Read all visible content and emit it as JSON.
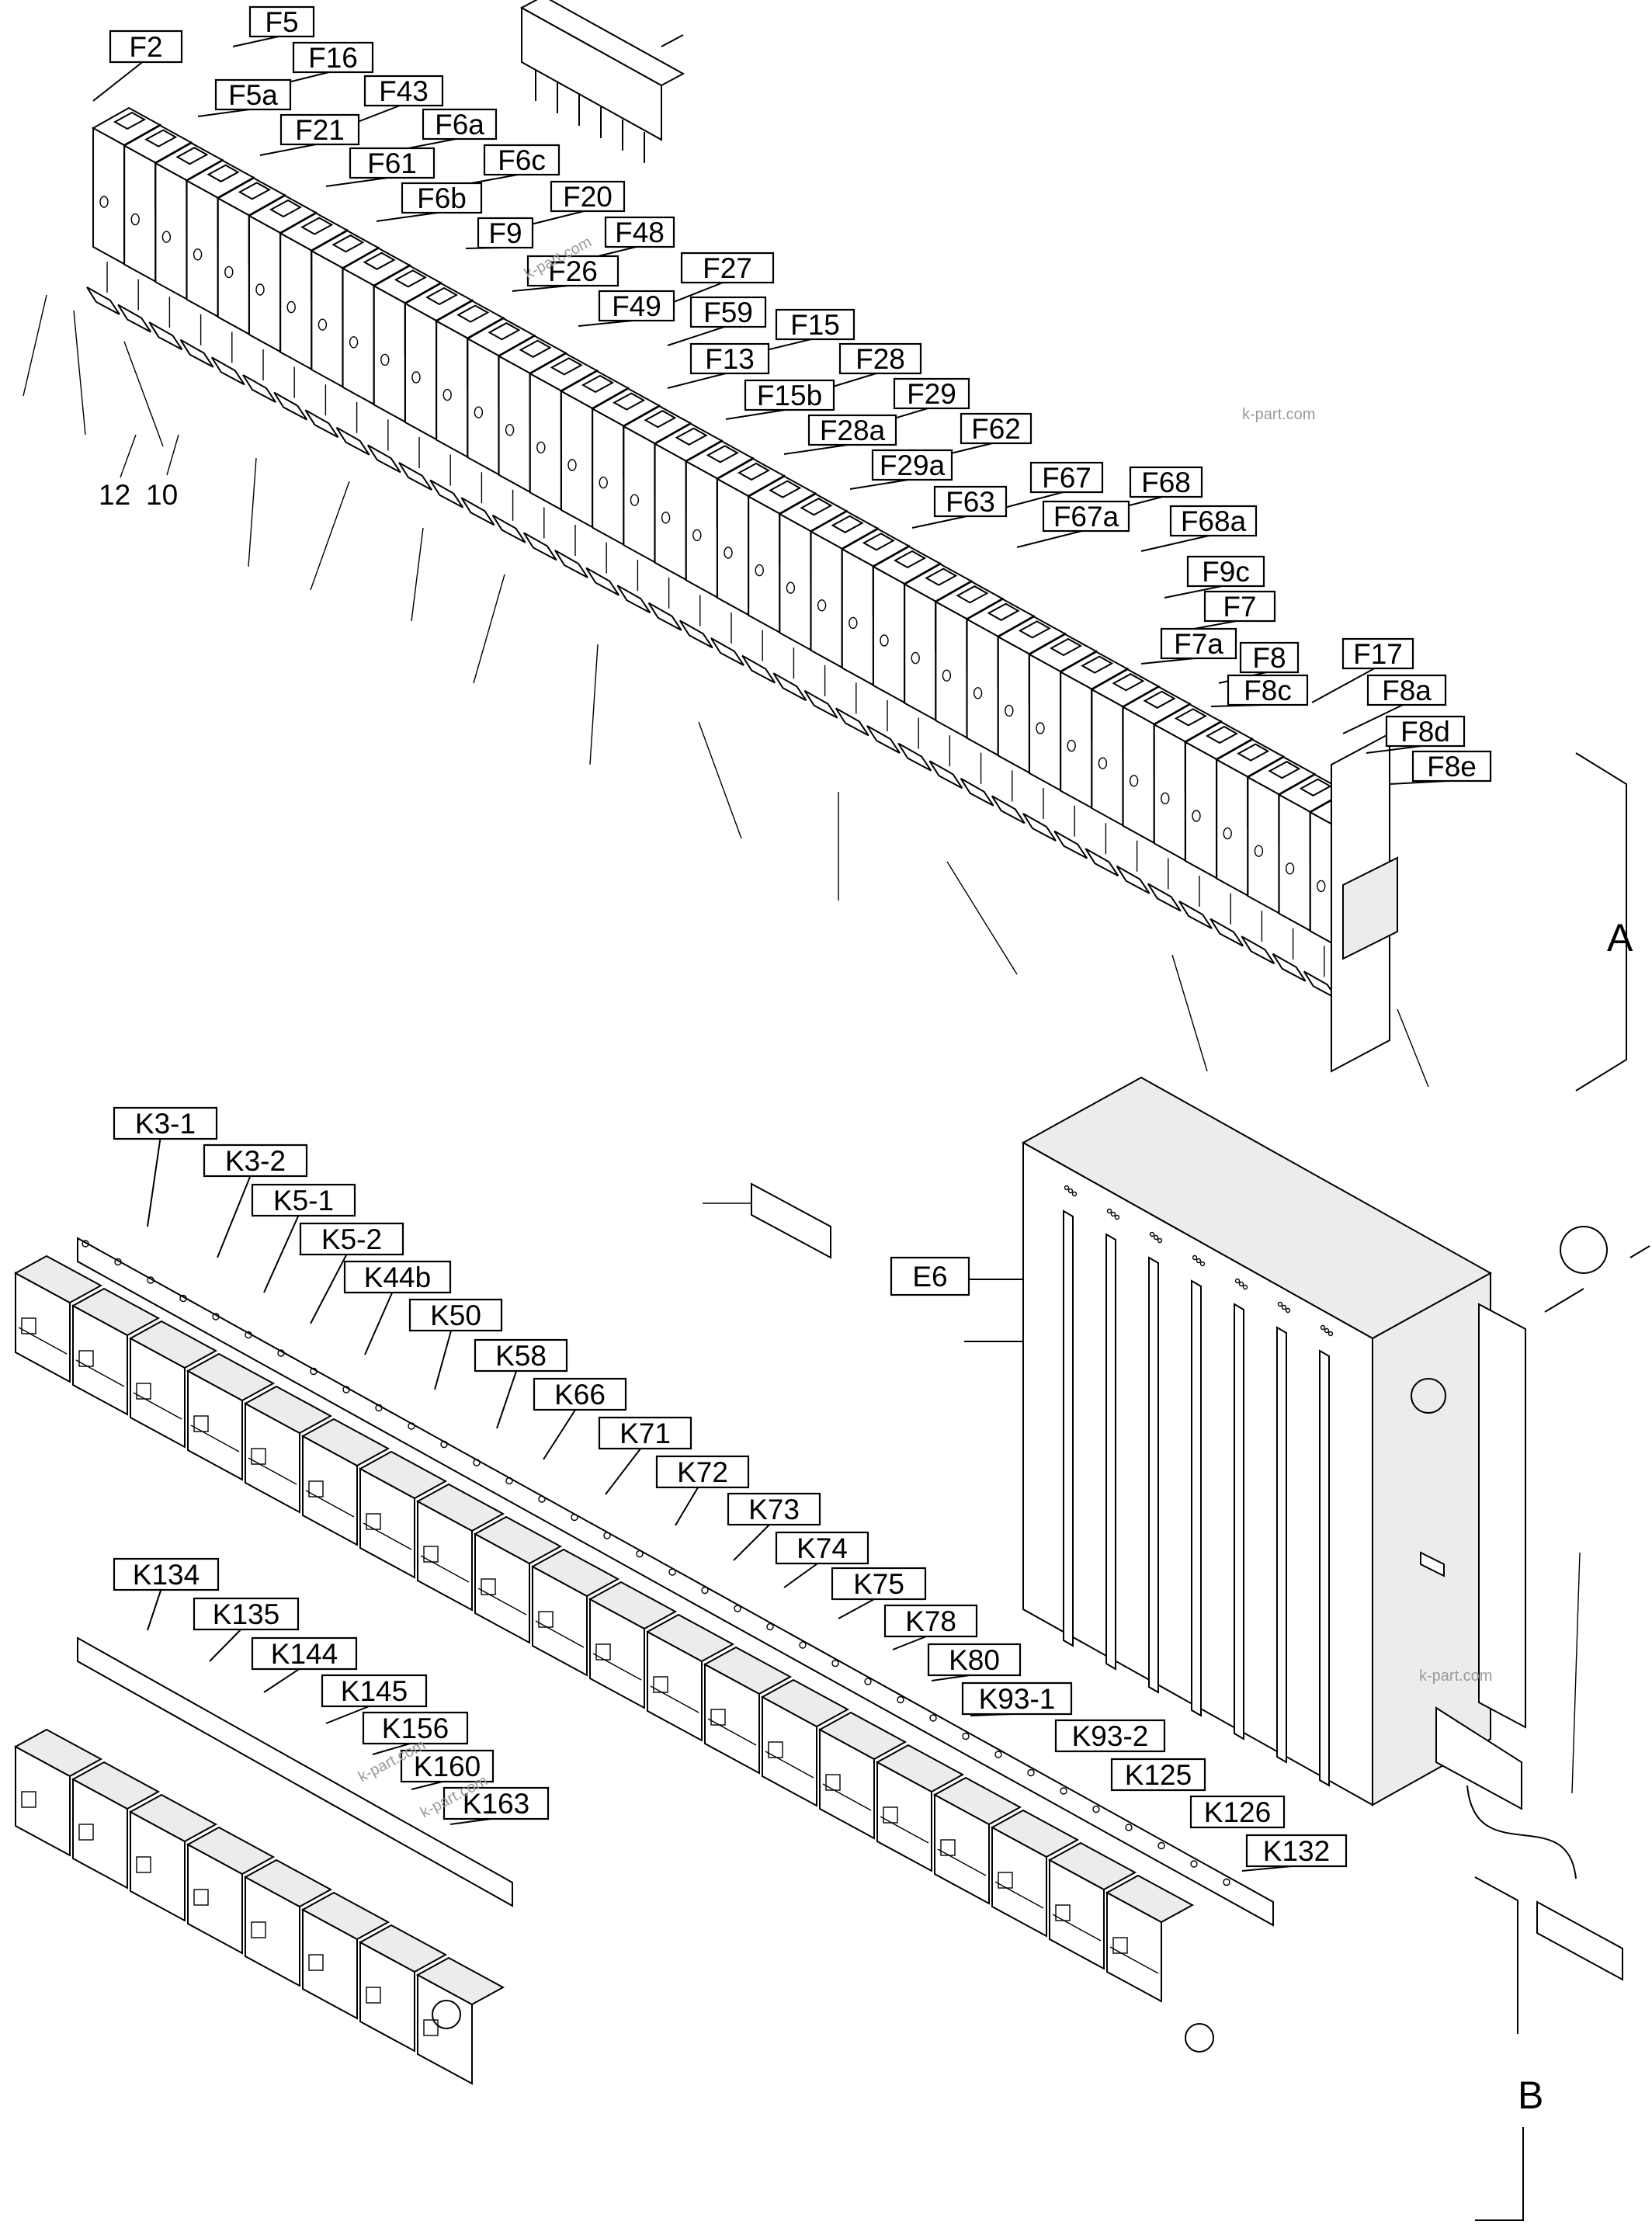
{
  "diagram": {
    "fuse_labels": [
      "F2",
      "F5",
      "F16",
      "F5a",
      "F43",
      "F21",
      "F6a",
      "F61",
      "F6c",
      "F6b",
      "F20",
      "F9",
      "F48",
      "F26",
      "F27",
      "F49",
      "F59",
      "F15",
      "F13",
      "F28",
      "F15b",
      "F29",
      "F28a",
      "F62",
      "F29a",
      "F67",
      "F63",
      "F68",
      "F67a",
      "F68a",
      "F9c",
      "F7",
      "F7a",
      "F8",
      "F17",
      "F8c",
      "F8a",
      "F8d",
      "F8e"
    ],
    "relay_labels_upper": [
      "K3-1",
      "K3-2",
      "K5-1",
      "K5-2",
      "K44b",
      "K50",
      "K58",
      "K66",
      "K71",
      "K72",
      "K73",
      "K74",
      "K75",
      "K78",
      "K80",
      "K93-1",
      "K93-2",
      "K125",
      "K126",
      "K132"
    ],
    "relay_labels_lower": [
      "K134",
      "K135",
      "K144",
      "K145",
      "K156",
      "K160",
      "K163"
    ],
    "component_label": "E6",
    "item_numbers": [
      "12",
      "10"
    ],
    "group_labels": [
      "A",
      "B"
    ],
    "watermarks": [
      "k-part.com",
      "k-part.com",
      "k-part.com",
      "k-part.com",
      "k-part.com"
    ]
  }
}
